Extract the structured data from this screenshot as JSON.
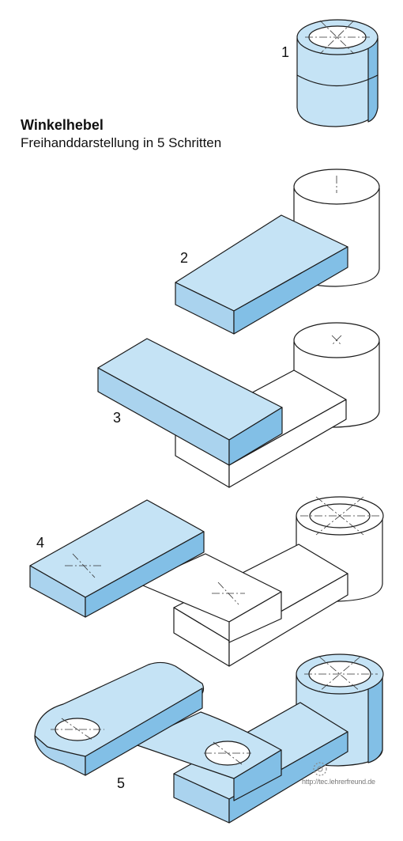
{
  "header": {
    "title": "Winkelhebel",
    "subtitle": "Freihanddarstellung in 5 Schritten"
  },
  "steps": [
    {
      "label": "1"
    },
    {
      "label": "2"
    },
    {
      "label": "3"
    },
    {
      "label": "4"
    },
    {
      "label": "5"
    }
  ],
  "watermark": "http://tec.lehrerfreund.de",
  "colors": {
    "fill_light": "#c5e3f5",
    "fill_mid": "#aad3ee",
    "fill_dark": "#82bfe6",
    "outline": "#1a1a1a"
  }
}
